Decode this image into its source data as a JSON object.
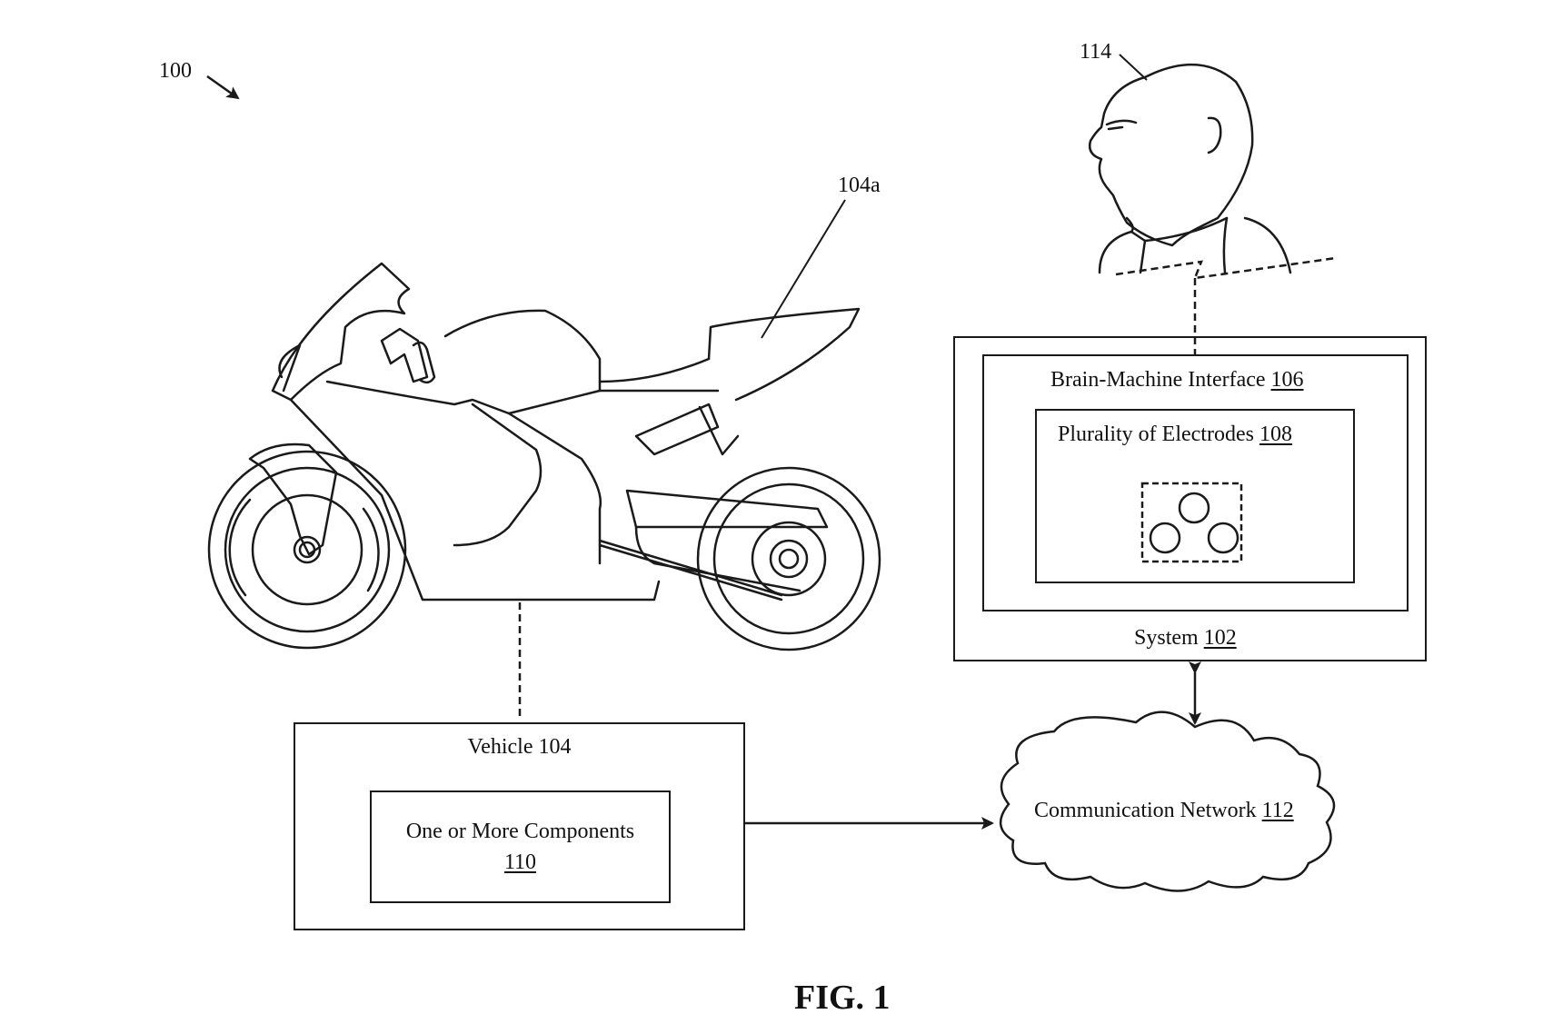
{
  "figure": {
    "title": "FIG. 1",
    "ref_overall": "100",
    "ref_motorcycle": "104a",
    "ref_person": "114"
  },
  "system": {
    "label": "System",
    "ref": "102",
    "bmi": {
      "label": "Brain-Machine Interface",
      "ref": "106",
      "electrodes": {
        "label": "Plurality of Electrodes",
        "ref": "108",
        "count": 3
      }
    }
  },
  "vehicle": {
    "label": "Vehicle 104",
    "components": {
      "label": "One or More Components",
      "ref": "110"
    }
  },
  "network": {
    "label": "Communication Network",
    "ref": "112"
  },
  "colors": {
    "line": "#1a1a1a",
    "background": "#ffffff"
  }
}
